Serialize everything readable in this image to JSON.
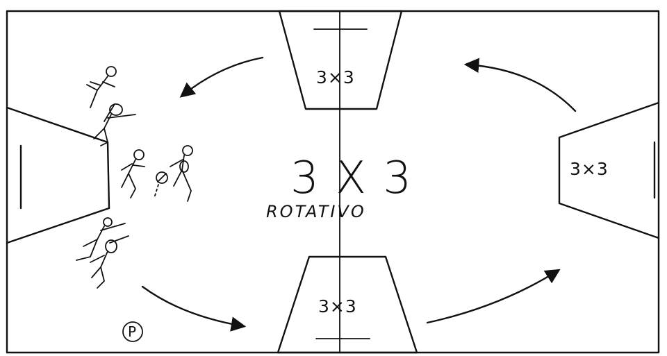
{
  "title": "3 X 3",
  "subtitle": "ROTATIVO",
  "zones": {
    "top": "3×3",
    "bottom": "3×3",
    "right": "3×3"
  },
  "marker": "P",
  "colors": {
    "ink": "#111111",
    "paper": "#ffffff"
  }
}
